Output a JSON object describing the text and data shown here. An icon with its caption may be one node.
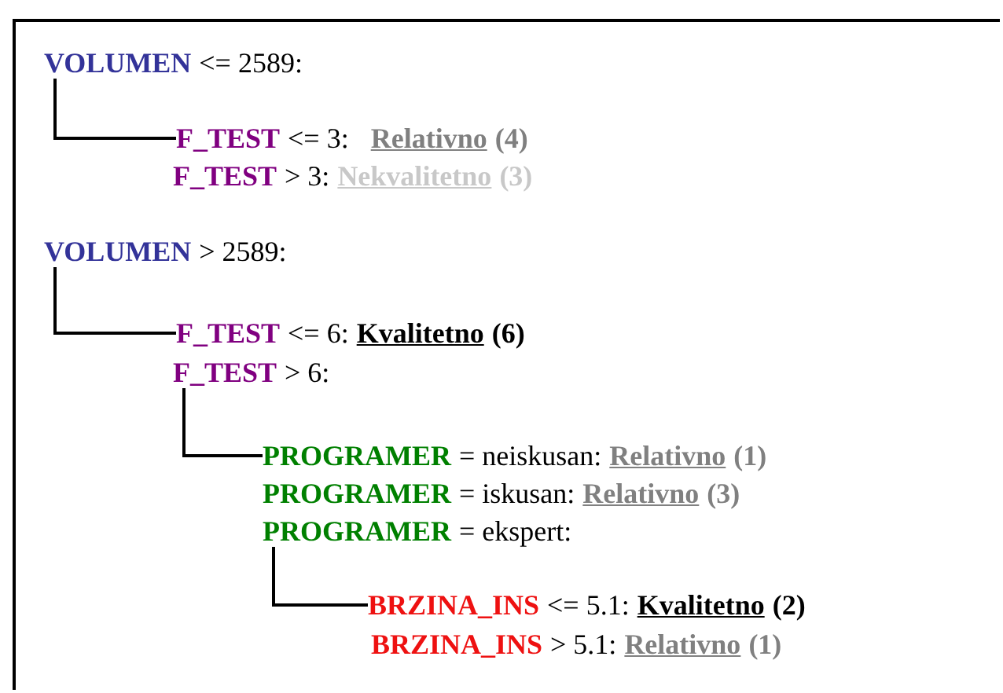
{
  "diagram": {
    "nodes": [
      {
        "text": [
          "VOLUMEN",
          "<= 2589:"
        ]
      },
      {
        "text": [
          "F_TEST",
          "<= 3:",
          "Relativno",
          "(4)"
        ]
      },
      {
        "text": [
          "F_TEST",
          "> 3:",
          "Nekvalitetno",
          "(3)"
        ]
      },
      {
        "text": [
          "VOLUMEN",
          "> 2589:"
        ]
      },
      {
        "text": [
          "F_TEST",
          "<= 6:",
          "Kvalitetno",
          "(6)"
        ]
      },
      {
        "text": [
          "F_TEST",
          "> 6:"
        ]
      },
      {
        "text": [
          "PROGRAMER",
          "= neiskusan:",
          "Relativno",
          "(1)"
        ]
      },
      {
        "text": [
          "PROGRAMER",
          "= iskusan:",
          "Relativno",
          "(3)"
        ]
      },
      {
        "text": [
          "PROGRAMER",
          "= ekspert:"
        ]
      },
      {
        "text": [
          "BRZINA_INS",
          "<= 5.1:",
          "Kvalitetno",
          "(2)"
        ]
      },
      {
        "text": [
          "BRZINA_INS",
          "> 5.1:",
          "Relativno",
          "(1)"
        ]
      }
    ],
    "edges": [
      {
        "from": 0,
        "to": 1,
        "arrow": "none"
      },
      {
        "from": 3,
        "to": 4,
        "arrow": "none"
      },
      {
        "from": 5,
        "to": 6,
        "arrow": "none"
      },
      {
        "from": 8,
        "to": 9,
        "arrow": "none"
      }
    ]
  }
}
